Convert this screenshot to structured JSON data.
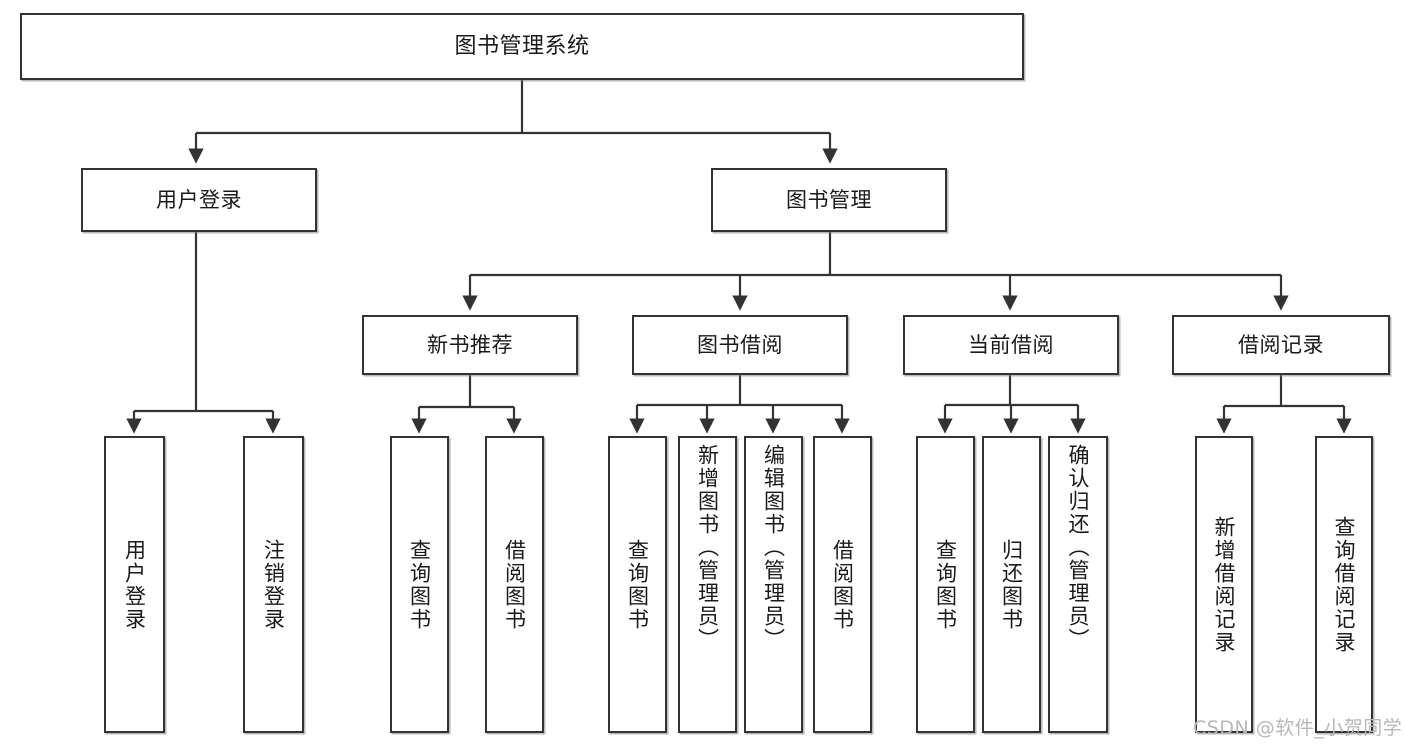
{
  "diagram": {
    "title": "图书管理系统",
    "type": "tree-hierarchy",
    "watermark": "CSDN @软件_小贺同学",
    "colors": {
      "border": "#333333",
      "fill": "#ffffff",
      "edge": "#333333",
      "text": "#1a1a1a",
      "watermark": "#b8b8b8"
    },
    "nodes": {
      "root": {
        "label": "图书管理系统"
      },
      "level2": [
        {
          "id": "user_login",
          "label": "用户登录"
        },
        {
          "id": "book_mgmt",
          "label": "图书管理"
        }
      ],
      "level3": [
        {
          "id": "new_book_rec",
          "label": "新书推荐"
        },
        {
          "id": "book_borrow",
          "label": "图书借阅"
        },
        {
          "id": "current_borrow",
          "label": "当前借阅"
        },
        {
          "id": "borrow_record",
          "label": "借阅记录"
        }
      ],
      "leaves": {
        "user_login": [
          {
            "id": "leaf_user_login",
            "label": "用户登录"
          },
          {
            "id": "leaf_user_logout",
            "label": "注销登录"
          }
        ],
        "new_book_rec": [
          {
            "id": "leaf_query_book_1",
            "label": "查询图书"
          },
          {
            "id": "leaf_borrow_book_1",
            "label": "借阅图书"
          }
        ],
        "book_borrow": [
          {
            "id": "leaf_query_book_2",
            "label": "查询图书"
          },
          {
            "id": "leaf_add_book",
            "label": "新增图书（管理员）"
          },
          {
            "id": "leaf_edit_book",
            "label": "编辑图书（管理员）"
          },
          {
            "id": "leaf_borrow_book_2",
            "label": "借阅图书"
          }
        ],
        "current_borrow": [
          {
            "id": "leaf_query_book_3",
            "label": "查询图书"
          },
          {
            "id": "leaf_return_book",
            "label": "归还图书"
          },
          {
            "id": "leaf_confirm_return",
            "label": "确认归还（管理员）"
          }
        ],
        "borrow_record": [
          {
            "id": "leaf_add_record",
            "label": "新增借阅记录"
          },
          {
            "id": "leaf_query_record",
            "label": "查询借阅记录"
          }
        ]
      }
    }
  }
}
